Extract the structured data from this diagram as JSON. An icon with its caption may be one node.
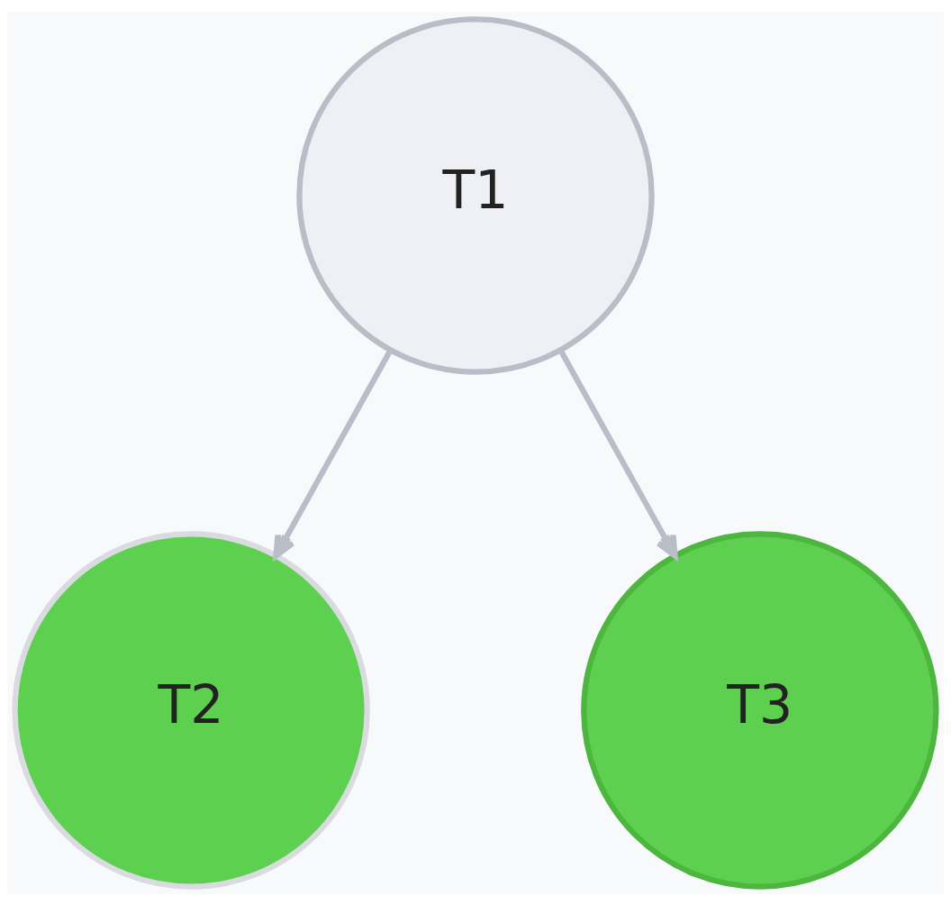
{
  "diagram": {
    "nodes": [
      {
        "text": [
          "T1"
        ]
      },
      {
        "text": [
          "T2"
        ]
      },
      {
        "text": [
          "T3"
        ]
      }
    ],
    "edges": [
      {
        "from": 0,
        "to": 1,
        "arrow": "to"
      },
      {
        "from": 0,
        "to": 2,
        "arrow": "to"
      }
    ]
  }
}
